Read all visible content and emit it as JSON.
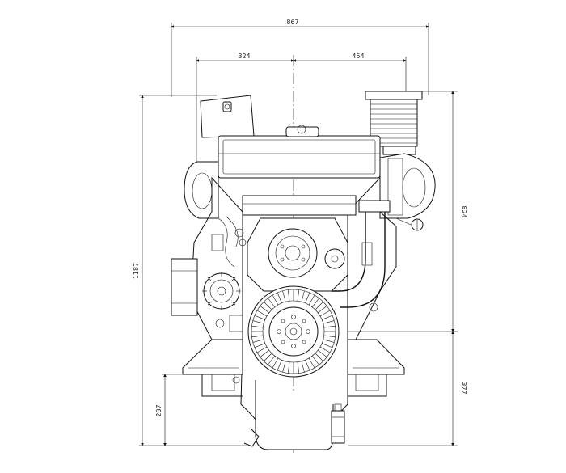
{
  "dimensions": {
    "overall_width": "867",
    "left_width": "324",
    "right_width": "454",
    "overall_height": "1187",
    "upper_height": "824",
    "lower_height": "377",
    "base_height": "237"
  }
}
